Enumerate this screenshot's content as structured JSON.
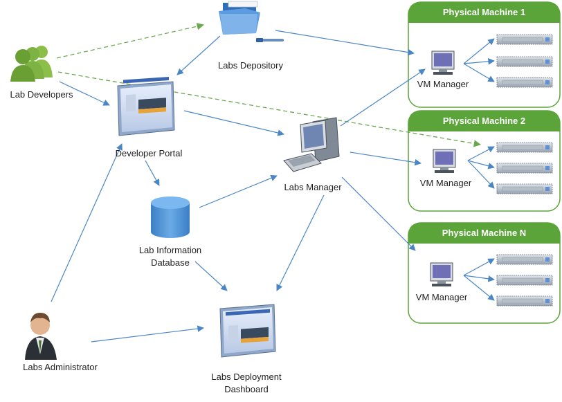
{
  "nodes": {
    "lab_developers": "Lab Developers",
    "labs_depository": "Labs Depository",
    "developer_portal": "Developer Portal",
    "labs_manager": "Labs Manager",
    "lab_info_db_line1": "Lab Information",
    "lab_info_db_line2": "Database",
    "labs_administrator": "Labs Administrator",
    "deploy_dash_line1": "Labs Deployment",
    "deploy_dash_line2": "Dashboard"
  },
  "physical_machines": [
    {
      "title": "Physical Machine 1",
      "vm_label": "VM Manager"
    },
    {
      "title": "Physical Machine 2",
      "vm_label": "VM Manager"
    },
    {
      "title": "Physical Machine N",
      "vm_label": "VM Manager"
    }
  ],
  "colors": {
    "machine_green": "#5aa43a",
    "arrow_blue": "#4a86c5",
    "dashed_green": "#6aa84f",
    "db_blue": "#4a90d9"
  }
}
